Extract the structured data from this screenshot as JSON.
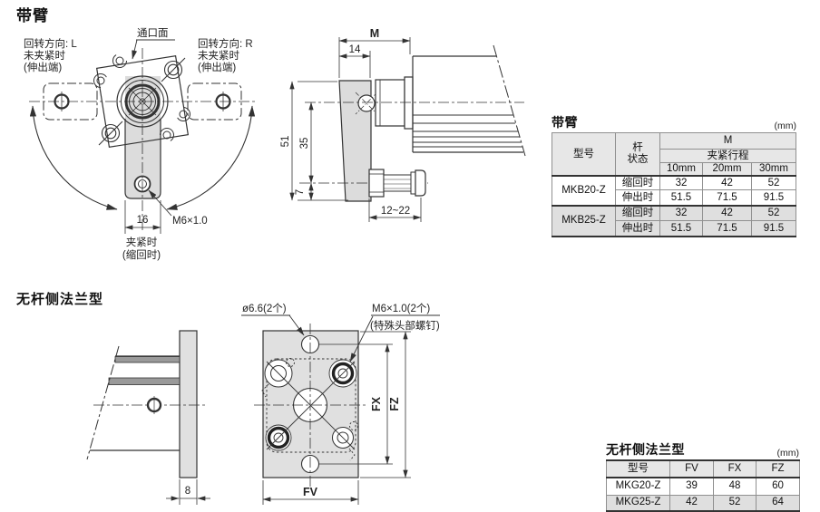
{
  "with_arm": {
    "heading": "带臂",
    "front_view": {
      "port_face": "通口面",
      "rot_left": "回转方向: L",
      "unclamped_left": "未夹紧时",
      "extended_left": "(伸出端)",
      "rot_right": "回转方向: R",
      "unclamped_right": "未夹紧时",
      "extended_right": "(伸出端)",
      "dim_16": "16",
      "thread": "M6×1.0",
      "clamped": "夹紧时",
      "retracted": "(缩回时)"
    },
    "side_view": {
      "dim_m": "M",
      "dim_14": "14",
      "dim_51": "51",
      "dim_35": "35",
      "dim_7": "7",
      "dim_12_22": "12~22"
    },
    "table": {
      "title": "带臂",
      "unit": "(mm)",
      "col_model": "型号",
      "col_rod_state": "杆\n状态",
      "col_m": "M",
      "col_stroke": "夹紧行程",
      "strokes": [
        "10mm",
        "20mm",
        "30mm"
      ],
      "rows": [
        {
          "model": "MKB20-Z",
          "state1": "缩回时",
          "v1": [
            "32",
            "42",
            "52"
          ],
          "state2": "伸出时",
          "v2": [
            "51.5",
            "71.5",
            "91.5"
          ]
        },
        {
          "model": "MKB25-Z",
          "state1": "缩回时",
          "v1": [
            "32",
            "42",
            "52"
          ],
          "state2": "伸出时",
          "v2": [
            "51.5",
            "71.5",
            "91.5"
          ]
        }
      ]
    }
  },
  "flange": {
    "heading": "无杆侧法兰型",
    "front_view": {
      "hole": "ø6.6(2个)",
      "thread": "M6×1.0(2个)",
      "thread_note": "(特殊头部螺钉)",
      "fx": "FX",
      "fz": "FZ",
      "fv": "FV"
    },
    "side_view": {
      "dim_8": "8"
    },
    "table": {
      "title": "无杆侧法兰型",
      "unit": "(mm)",
      "col_model": "型号",
      "cols": [
        "FV",
        "FX",
        "FZ"
      ],
      "rows": [
        {
          "model": "MKG20-Z",
          "values": [
            "39",
            "48",
            "60"
          ]
        },
        {
          "model": "MKG25-Z",
          "values": [
            "42",
            "52",
            "64"
          ]
        }
      ]
    }
  }
}
